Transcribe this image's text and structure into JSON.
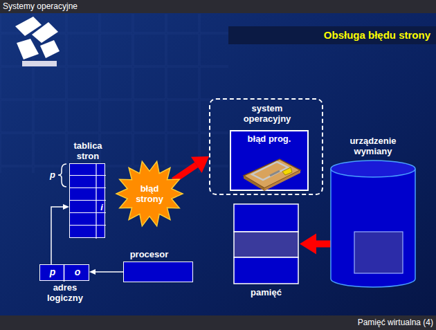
{
  "diagram": {
    "title": "Obsługa błędu strony",
    "nodes": [
      {
        "text": [
          "system operacyjny"
        ]
      },
      {
        "text": [
          "błąd prog."
        ],
        "in": 0
      },
      {
        "text": [
          "tablica stron",
          "i"
        ]
      },
      {
        "text": [
          "błąd strony"
        ]
      },
      {
        "text": [
          "urządzenie wymiany"
        ]
      },
      {
        "text": [
          "pamięć"
        ]
      },
      {
        "text": [
          "procesor"
        ]
      },
      {
        "text": [
          "p",
          "o",
          "adres logiczny"
        ]
      }
    ],
    "edges": [
      {
        "from": 6,
        "to": 7,
        "arrow": "to"
      },
      {
        "from": 7,
        "to": 2,
        "arrow": "to"
      },
      {
        "from": 3,
        "to": 0,
        "arrow": "to"
      },
      {
        "from": 4,
        "to": 5,
        "arrow": "to"
      }
    ],
    "labels": [
      "Systemy operacyjne",
      "p",
      "Pamięć wirtualna (4)"
    ]
  }
}
